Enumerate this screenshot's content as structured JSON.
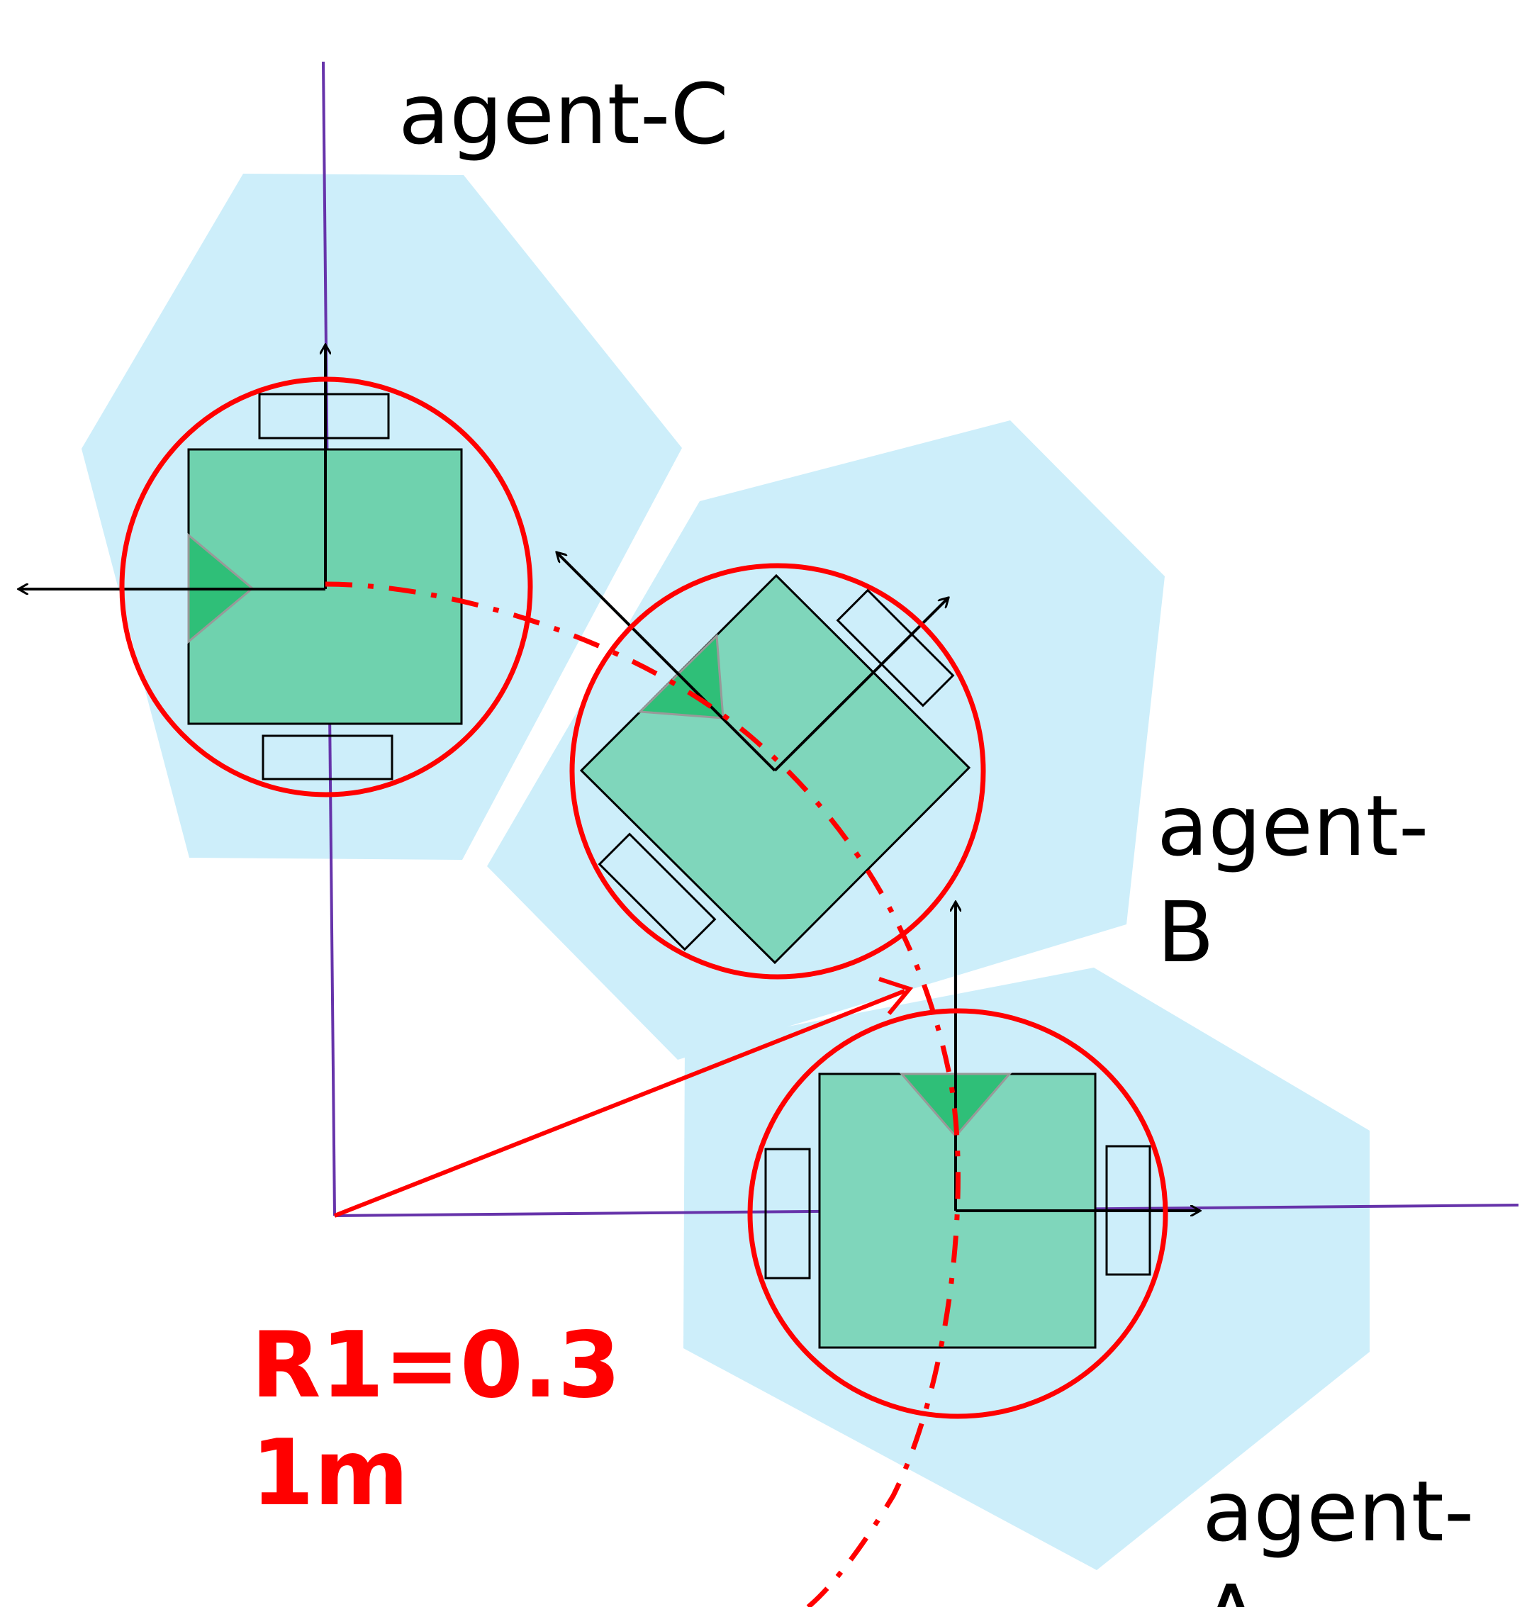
{
  "labels": {
    "agent_c": "agent-C",
    "agent_b_line1": "agent-",
    "agent_b_line2": "B",
    "agent_a_line1": "agent-",
    "agent_a_line2": "A",
    "radius_line1": "R1=0.3",
    "radius_line2": "1m"
  },
  "colors": {
    "zone": "#cdeefa",
    "body": "#7fd6bb",
    "indicator": "#2fbf78",
    "boundary": "#ff0000",
    "world_axis": "#6633aa",
    "robot_axis": "#000000"
  }
}
